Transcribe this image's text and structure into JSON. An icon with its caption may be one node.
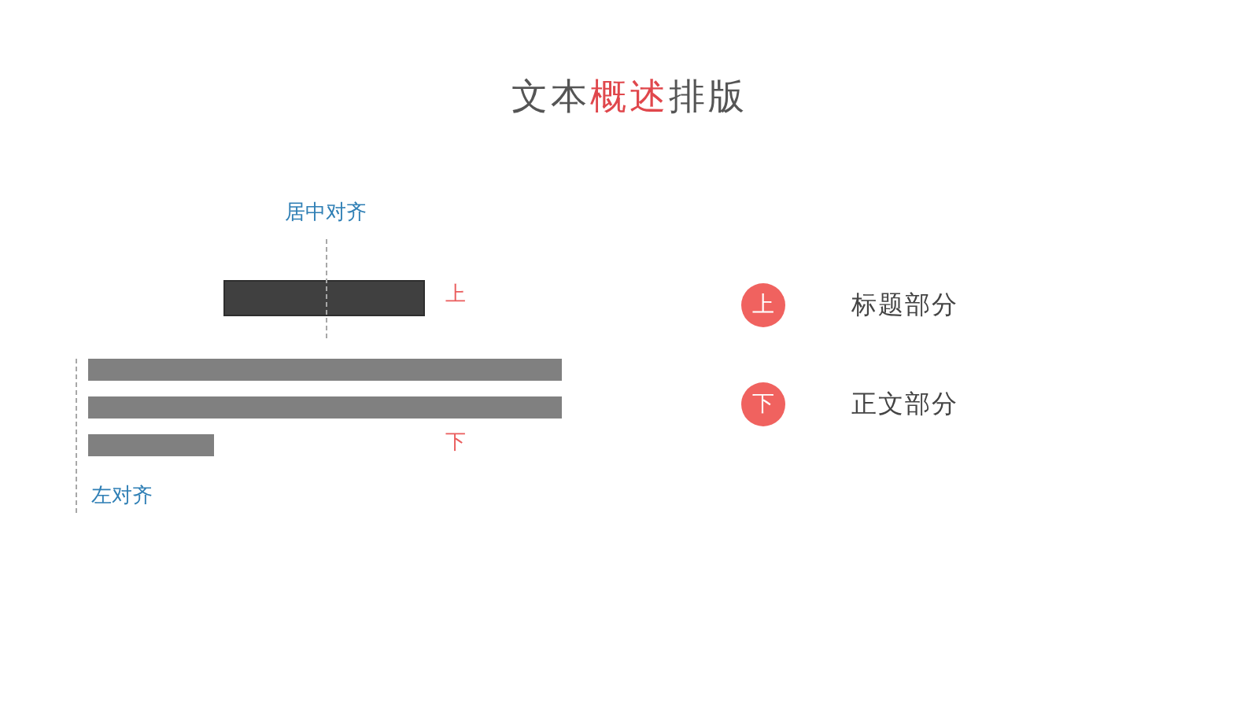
{
  "diagram": {
    "title": "文本**概述**排版",
    "nodes": [
      {
        "text": [
          "上"
        ],
        "beside": [
          "标题部分"
        ]
      },
      {
        "text": [
          "下"
        ],
        "beside": [
          "正文部分"
        ]
      }
    ],
    "labels": [
      "居中对齐",
      "上",
      "下",
      "左对齐"
    ]
  }
}
